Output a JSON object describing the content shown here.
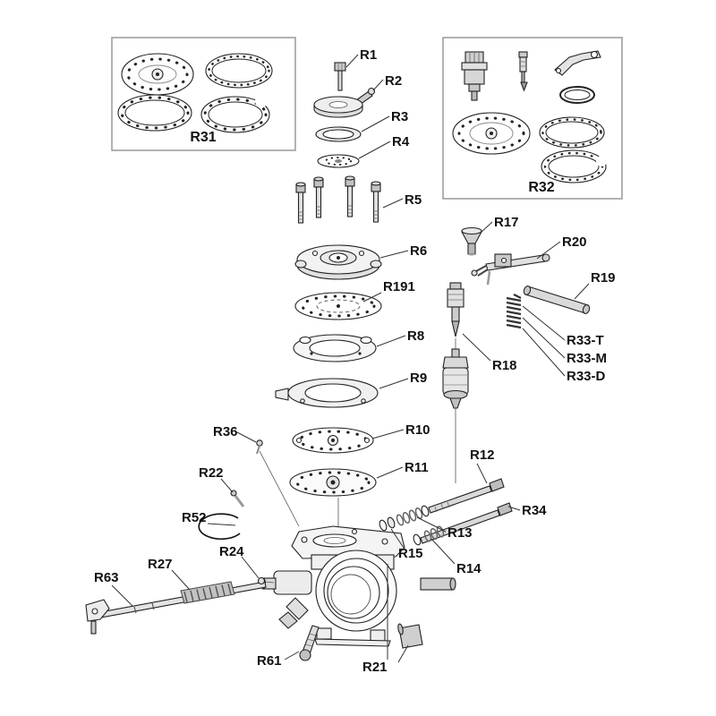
{
  "figure": {
    "background": "#ffffff",
    "line_color": "#222222",
    "type": "exploded-parts-diagram"
  },
  "insets": {
    "r31": {
      "label": "R31"
    },
    "r32": {
      "label": "R32"
    }
  },
  "labels": {
    "r1": "R1",
    "r2": "R2",
    "r3": "R3",
    "r4": "R4",
    "r5": "R5",
    "r6": "R6",
    "r191": "R191",
    "r8": "R8",
    "r9": "R9",
    "r10": "R10",
    "r11": "R11",
    "r12": "R12",
    "r13": "R13",
    "r14": "R14",
    "r15": "R15",
    "r17": "R17",
    "r18": "R18",
    "r19": "R19",
    "r20": "R20",
    "r21": "R21",
    "r22": "R22",
    "r24": "R24",
    "r27": "R27",
    "r33t": "R33-T",
    "r33m": "R33-M",
    "r33d": "R33-D",
    "r34": "R34",
    "r36": "R36",
    "r52": "R52",
    "r61": "R61",
    "r63": "R63"
  }
}
